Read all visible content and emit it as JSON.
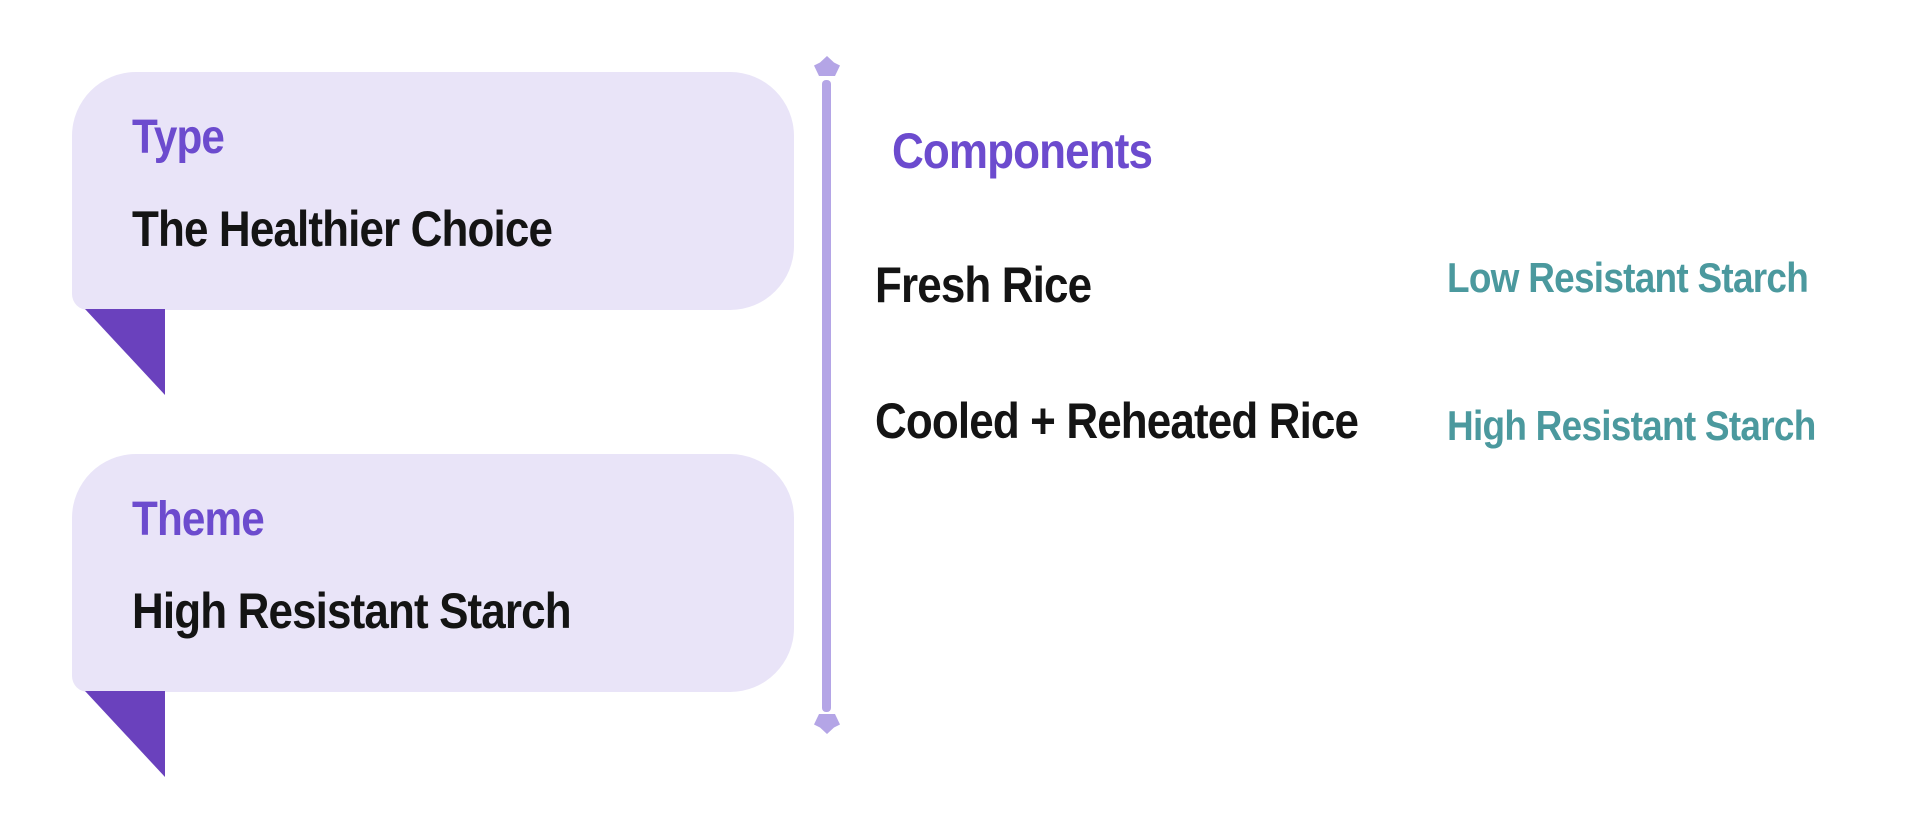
{
  "colors": {
    "page-bg": "#ffffff",
    "bubble-bg": "#e9e4f8",
    "accent-purple": "#6c4bce",
    "tail-purple": "#6a41bd",
    "divider-purple": "#b4a5e6",
    "teal": "#4b999e",
    "text-black": "#141414"
  },
  "bubbles": [
    {
      "heading": "Type",
      "body": "The Healthier Choice"
    },
    {
      "heading": "Theme",
      "body": "High Resistant Starch"
    }
  ],
  "components": {
    "heading": "Components",
    "rows": [
      {
        "name": "Fresh Rice",
        "value": "Low Resistant Starch"
      },
      {
        "name": "Cooled + Reheated Rice",
        "value": "High Resistant Starch"
      }
    ]
  }
}
